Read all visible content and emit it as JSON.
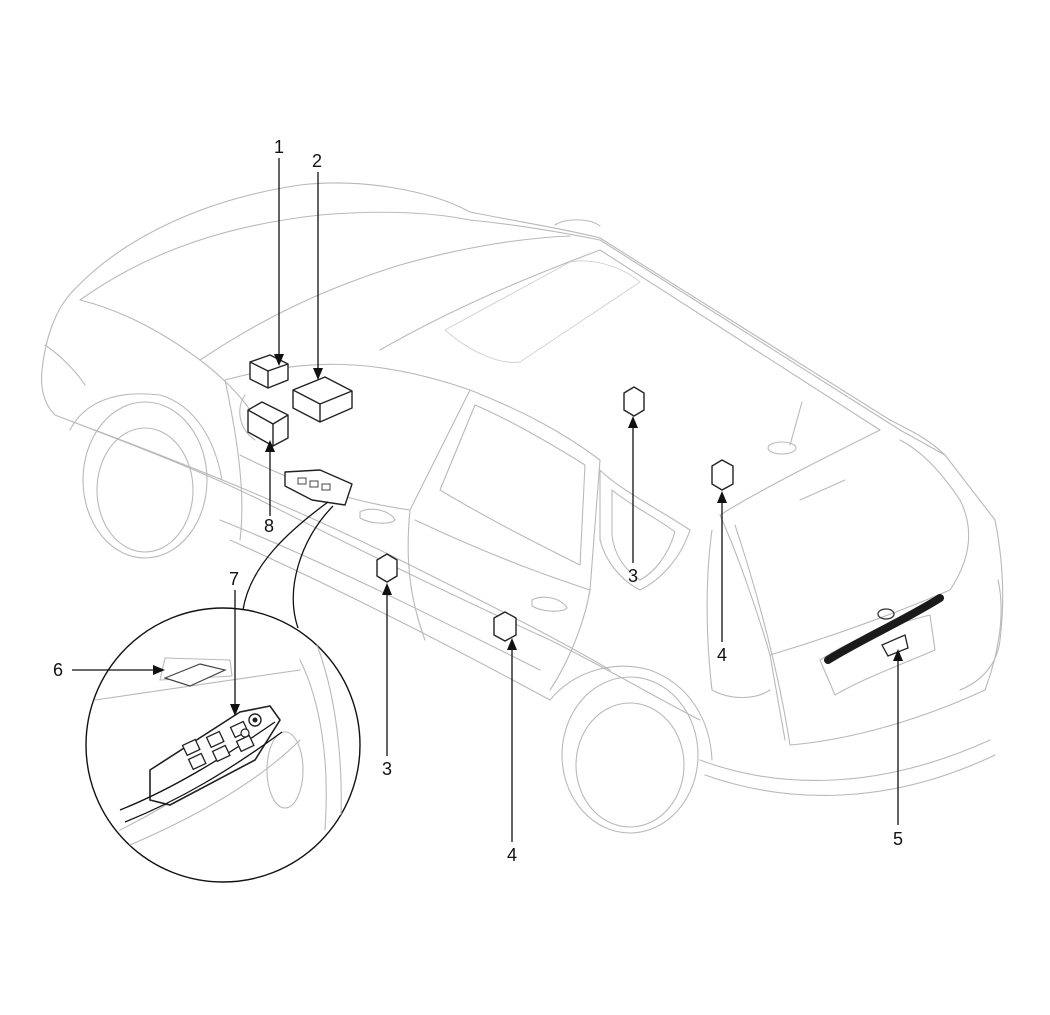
{
  "callouts": {
    "c1": "1",
    "c2": "2",
    "c3a": "3",
    "c3b": "3",
    "c4a": "4",
    "c4b": "4",
    "c5": "5",
    "c6": "6",
    "c7": "7",
    "c8": "8"
  },
  "colors": {
    "outline": "#b9b9b9",
    "part": "#222222",
    "leader": "#111111",
    "garnish": "#1a1a1a"
  }
}
